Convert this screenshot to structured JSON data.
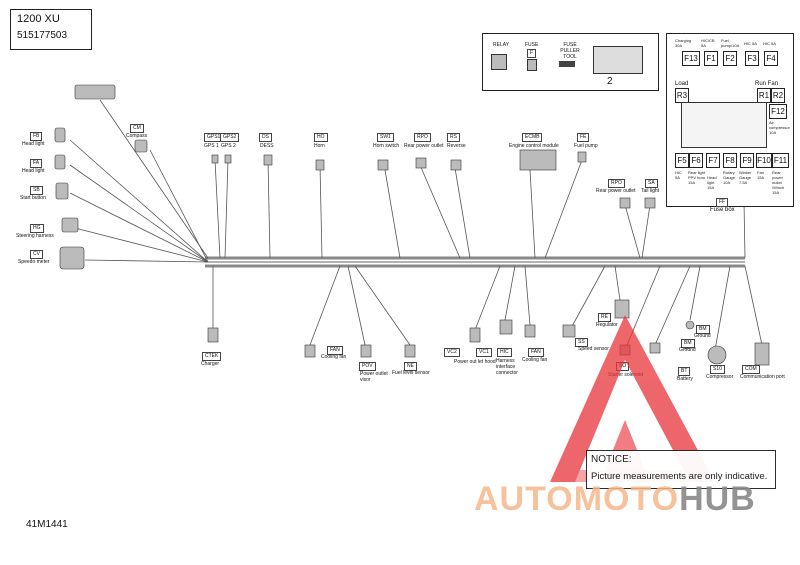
{
  "title_block": {
    "model": "1200 XU",
    "part_number": "515177503"
  },
  "figure_id": "41M1441",
  "notice": {
    "heading": "NOTICE:",
    "text": "Picture measurements are only indicative."
  },
  "watermark": {
    "part1": "AUTOMOTO",
    "part2": "HUB"
  },
  "legend_box": {
    "items": [
      "RELAY",
      "FUSE",
      "FUSE PULLER TOOL"
    ],
    "fuse_tag": "F",
    "number": "2"
  },
  "fuse_box": {
    "tag": "FF",
    "title": "Fuse box",
    "top_fuses": [
      {
        "id": "F13",
        "desc": "Charging 30A"
      },
      {
        "id": "F1",
        "desc": "HIC/CB 5A"
      },
      {
        "id": "F2",
        "desc": "Fuel pump/10A"
      },
      {
        "id": "F3",
        "desc": "HIC 5A"
      },
      {
        "id": "F4",
        "desc": "HIC 5A"
      }
    ],
    "side_labels": [
      "Load",
      "Run Fan"
    ],
    "relays": [
      "R3",
      "R1",
      "R2"
    ],
    "f12": {
      "id": "F12",
      "desc": "Air compressor 10A"
    },
    "bottom_fuses": [
      {
        "id": "F5",
        "desc": "HIC 5A"
      },
      {
        "id": "F6",
        "desc": "Rear light PPV horn 15A"
      },
      {
        "id": "F7",
        "desc": "Head light 15A"
      },
      {
        "id": "F8",
        "desc": "Rotary Gauge 10A"
      },
      {
        "id": "F9",
        "desc": "Winker Gauge 7.5A"
      },
      {
        "id": "F10",
        "desc": "Fan 15A"
      },
      {
        "id": "F11",
        "desc": "Rear power outlet /Winch 15A"
      }
    ]
  },
  "components": [
    {
      "tag": "CM",
      "name": "Compass"
    },
    {
      "tag": "FB",
      "name": "Head light"
    },
    {
      "tag": "FA",
      "name": "Head light"
    },
    {
      "tag": "SB",
      "name": "Start button"
    },
    {
      "tag": "HG",
      "name": "Steering harness"
    },
    {
      "tag": "CV",
      "name": "Speedo meter"
    },
    {
      "tag": "GPS1",
      "name": "GPS 1"
    },
    {
      "tag": "GPS2",
      "name": "GPS 2"
    },
    {
      "tag": "DS",
      "name": "DESS"
    },
    {
      "tag": "HO",
      "name": "Horn"
    },
    {
      "tag": "SW1",
      "name": "Horn switch"
    },
    {
      "tag": "RPO",
      "name": "Rear power outlet"
    },
    {
      "tag": "RS",
      "name": "Reverse"
    },
    {
      "tag": "ECMB",
      "name": "Engine control module"
    },
    {
      "tag": "FE",
      "name": "Fuel pump"
    },
    {
      "tag": "RPO",
      "name": "Rear power outlet"
    },
    {
      "tag": "SA",
      "name": "Tail light"
    },
    {
      "tag": "CTEK",
      "name": "Charger"
    },
    {
      "tag": "FAN",
      "name": "Cooling fan"
    },
    {
      "tag": "POV",
      "name": "Power outlet visor"
    },
    {
      "tag": "NE",
      "name": "Fuel level sensor"
    },
    {
      "tag": "VC2",
      "name": "Power out let hood"
    },
    {
      "tag": "VC1",
      "name": ""
    },
    {
      "tag": "HIC",
      "name": "Harness interface connector"
    },
    {
      "tag": "FAN",
      "name": "Cooling fan"
    },
    {
      "tag": "SS",
      "name": "Speed sensor"
    },
    {
      "tag": "RE",
      "name": "Regulator"
    },
    {
      "tag": "SO",
      "name": "Starter solenoid"
    },
    {
      "tag": "BT",
      "name": "Battery"
    },
    {
      "tag": "BM",
      "name": "Ground"
    },
    {
      "tag": "BM",
      "name": "Ground"
    },
    {
      "tag": "S10",
      "name": "Compressor"
    },
    {
      "tag": "COM",
      "name": "Communication port"
    }
  ]
}
